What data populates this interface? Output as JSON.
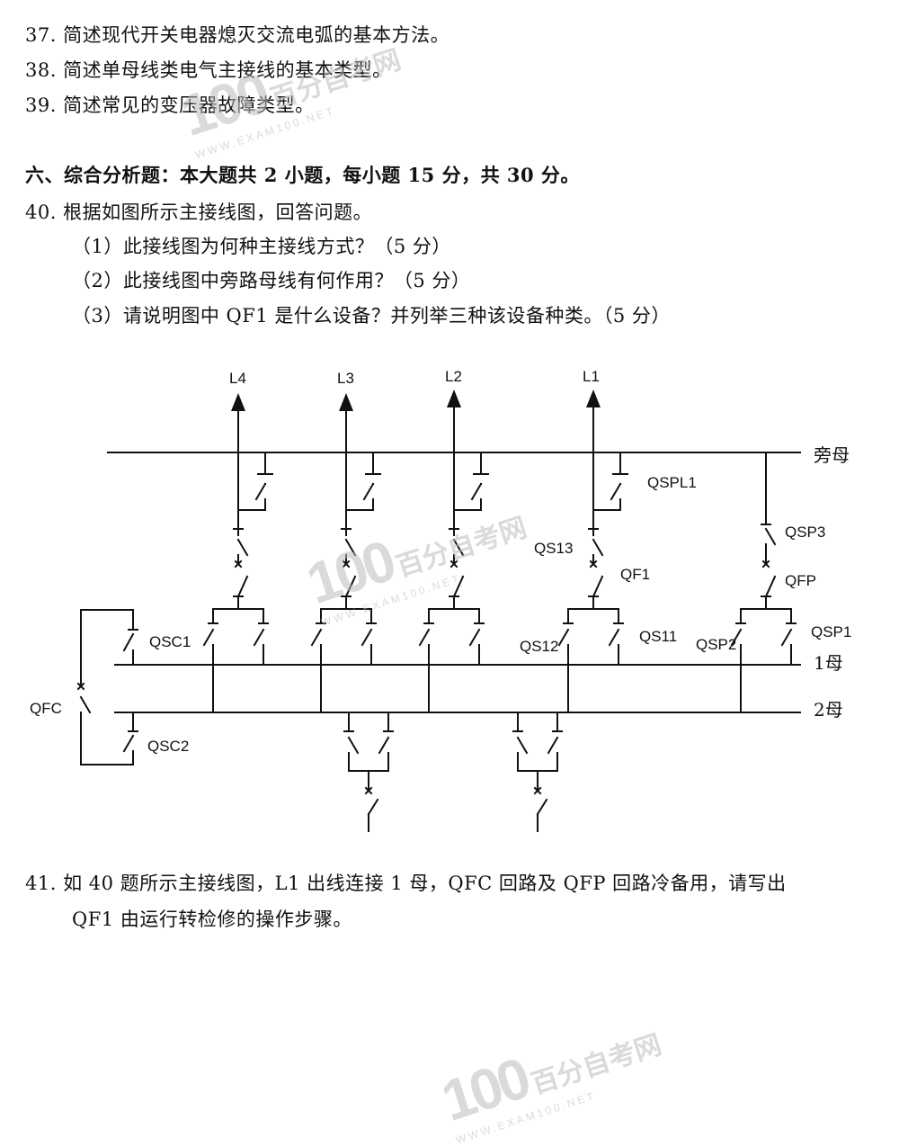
{
  "questions": {
    "q37": {
      "num": "37.",
      "text": "简述现代开关电器熄灭交流电弧的基本方法。"
    },
    "q38": {
      "num": "38.",
      "text": "简述单母线类电气主接线的基本类型。"
    },
    "q39": {
      "num": "39.",
      "text": "简述常见的变压器故障类型。"
    },
    "section6": "六、综合分析题：本大题共 2 小题，每小题 15 分，共 30 分。",
    "q40": {
      "num": "40.",
      "text": "根据如图所示主接线图，回答问题。",
      "sub1": "（1）此接线图为何种主接线方式？（5 分）",
      "sub2": "（2）此接线图中旁路母线有何作用？（5 分）",
      "sub3": "（3）请说明图中 QF1 是什么设备？并列举三种该设备种类。（5 分）"
    },
    "q41": {
      "num": "41.",
      "line1": "如 40 题所示主接线图，L1 出线连接 1 母，QFC 回路及 QFP 回路冷备用，请写出",
      "line2": "QF1 由运行转检修的操作步骤。"
    }
  },
  "diagram": {
    "lines": {
      "l4": "L4",
      "l3": "L3",
      "l2": "L2",
      "l1": "L1"
    },
    "buses": {
      "bypass": "旁母",
      "bus1": "1母",
      "bus2": "2母"
    },
    "labels": {
      "qspl1": "QSPL1",
      "qs13": "QS13",
      "qf1": "QF1",
      "qs12": "QS12",
      "qs11": "QS11",
      "qsp3": "QSP3",
      "qfp": "QFP",
      "qsp2": "QSP2",
      "qsp1": "QSP1",
      "qsc1": "QSC1",
      "qsc2": "QSC2",
      "qfc": "QFC"
    }
  },
  "watermark": {
    "brand": "100",
    "cn": "百分自考网",
    "url": "WWW.EXAM100.NET"
  }
}
